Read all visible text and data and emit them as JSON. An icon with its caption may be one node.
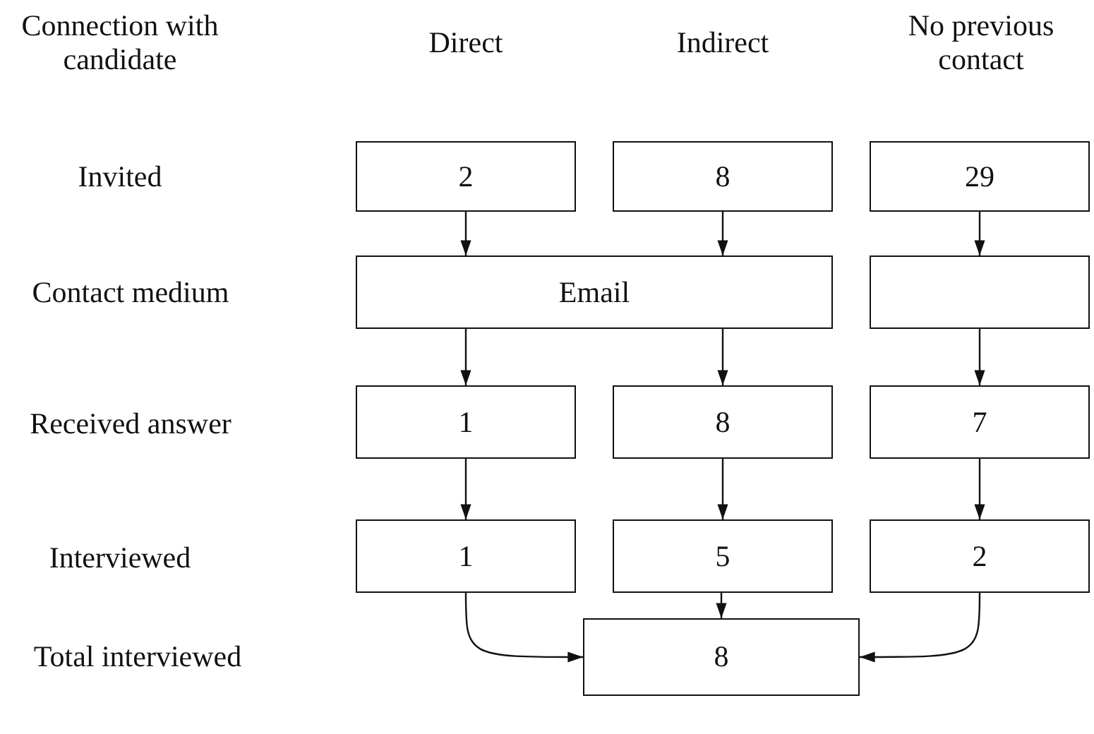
{
  "diagram": {
    "nodes": [
      {
        "text": [
          "2"
        ]
      },
      {
        "text": [
          "8"
        ]
      },
      {
        "text": [
          "29"
        ]
      },
      {
        "text": [
          "Email"
        ]
      },
      {
        "text": [],
        "shape": "box"
      },
      {
        "text": [
          "1"
        ]
      },
      {
        "text": [
          "8"
        ]
      },
      {
        "text": [
          "7"
        ]
      },
      {
        "text": [
          "1"
        ]
      },
      {
        "text": [
          "5"
        ]
      },
      {
        "text": [
          "2"
        ]
      },
      {
        "text": [
          "8"
        ]
      }
    ],
    "edges": [
      {
        "from": 0,
        "to": 3,
        "arrow": "to"
      },
      {
        "from": 1,
        "to": 3,
        "arrow": "to"
      },
      {
        "from": 2,
        "to": 4,
        "arrow": "to"
      },
      {
        "from": 3,
        "to": 5,
        "arrow": "to"
      },
      {
        "from": 3,
        "to": 6,
        "arrow": "to"
      },
      {
        "from": 4,
        "to": 7,
        "arrow": "to"
      },
      {
        "from": 5,
        "to": 8,
        "arrow": "to"
      },
      {
        "from": 6,
        "to": 9,
        "arrow": "to"
      },
      {
        "from": 7,
        "to": 10,
        "arrow": "to"
      },
      {
        "from": 8,
        "to": 11,
        "arrow": "to"
      },
      {
        "from": 9,
        "to": 11,
        "arrow": "to"
      },
      {
        "from": 10,
        "to": 11,
        "arrow": "to"
      }
    ],
    "labels": [
      "Connection with candidate",
      "Direct",
      "Indirect",
      "No previous contact",
      "Invited",
      "Contact medium",
      "Received answer",
      "Interviewed",
      "Total interviewed"
    ]
  }
}
